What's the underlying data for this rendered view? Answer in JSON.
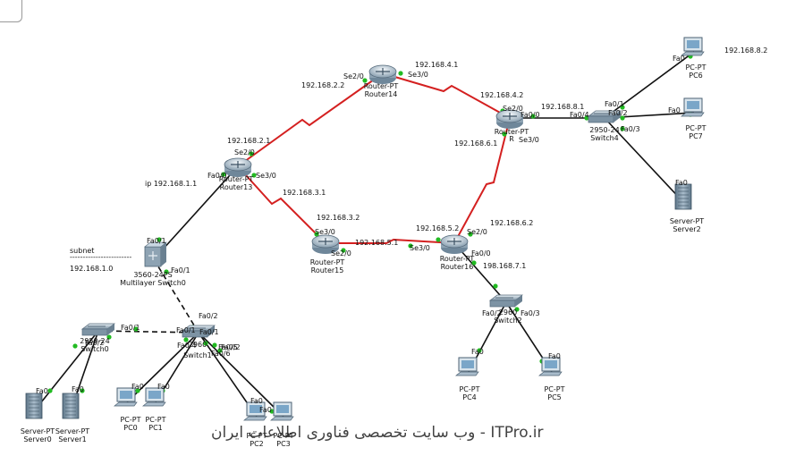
{
  "watermark": "ITPro.ir - وب سایت تخصصی فناوری اطلاعات ایران",
  "colors": {
    "serial": "#d42020",
    "copper": "#111111",
    "port": "#22bb22"
  },
  "subnet_note": {
    "title": "subnet",
    "rule": "------------------------",
    "value": "192.168.1.0"
  },
  "devices": [
    {
      "id": "router14",
      "icon": "router-icon",
      "model": "Router-PT",
      "name": "Router14"
    },
    {
      "id": "router13",
      "icon": "router-icon",
      "model": "Router-PT",
      "name": "Router13"
    },
    {
      "id": "router15",
      "icon": "router-icon",
      "model": "Router-PT",
      "name": "Router15"
    },
    {
      "id": "router16",
      "icon": "router-icon",
      "model": "Router-PT",
      "name": "Router16"
    },
    {
      "id": "routerR",
      "icon": "router-icon",
      "model": "Router-PT",
      "name": "R"
    },
    {
      "id": "mls0",
      "icon": "multilayer-switch-icon",
      "model": "3560-24PS",
      "name": "Multilayer Switch0"
    },
    {
      "id": "switch0",
      "icon": "switch-icon",
      "model": "2950-24",
      "name": "Switch0"
    },
    {
      "id": "switch1",
      "icon": "switch-icon",
      "model": "2960",
      "name": "Switch1"
    },
    {
      "id": "switch2",
      "icon": "switch-icon",
      "model": "2960",
      "name": "Switch2"
    },
    {
      "id": "switch4",
      "icon": "switch-icon",
      "model": "2950-24",
      "name": "Switch4"
    },
    {
      "id": "server0",
      "icon": "server-icon",
      "model": "Server-PT",
      "name": "Server0"
    },
    {
      "id": "server1",
      "icon": "server-icon",
      "model": "Server-PT",
      "name": "Server1"
    },
    {
      "id": "server2",
      "icon": "server-icon",
      "model": "Server-PT",
      "name": "Server2"
    },
    {
      "id": "pc0",
      "icon": "pc-icon",
      "model": "PC-PT",
      "name": "PC0"
    },
    {
      "id": "pc1",
      "icon": "pc-icon",
      "model": "PC-PT",
      "name": "PC1"
    },
    {
      "id": "pc2",
      "icon": "pc-icon",
      "model": "PC-PT",
      "name": "PC2"
    },
    {
      "id": "pc3",
      "icon": "pc-icon",
      "model": "PC-PT",
      "name": "PC3"
    },
    {
      "id": "pc4",
      "icon": "pc-icon",
      "model": "PC-PT",
      "name": "PC4"
    },
    {
      "id": "pc5",
      "icon": "pc-icon",
      "model": "PC-PT",
      "name": "PC5"
    },
    {
      "id": "pc6",
      "icon": "pc-icon",
      "model": "PC-PT",
      "name": "PC6"
    },
    {
      "id": "pc7",
      "icon": "pc-icon",
      "model": "PC-PT",
      "name": "PC7"
    }
  ],
  "links": [
    {
      "from": "router13",
      "to": "router14",
      "type": "serial"
    },
    {
      "from": "router14",
      "to": "routerR",
      "type": "serial"
    },
    {
      "from": "router13",
      "to": "router15",
      "type": "serial"
    },
    {
      "from": "router15",
      "to": "router16",
      "type": "serial"
    },
    {
      "from": "routerR",
      "to": "router16",
      "type": "serial"
    },
    {
      "from": "routerR",
      "to": "switch4",
      "type": "copper"
    },
    {
      "from": "switch4",
      "to": "pc6",
      "type": "copper"
    },
    {
      "from": "switch4",
      "to": "pc7",
      "type": "copper"
    },
    {
      "from": "switch4",
      "to": "server2",
      "type": "copper"
    },
    {
      "from": "router13",
      "to": "mls0",
      "type": "copper"
    },
    {
      "from": "mls0",
      "to": "switch1",
      "type": "crossover"
    },
    {
      "from": "switch0",
      "to": "switch1",
      "type": "crossover"
    },
    {
      "from": "switch0",
      "to": "server0",
      "type": "copper"
    },
    {
      "from": "switch0",
      "to": "server1",
      "type": "copper"
    },
    {
      "from": "switch1",
      "to": "pc0",
      "type": "copper"
    },
    {
      "from": "switch1",
      "to": "pc1",
      "type": "copper"
    },
    {
      "from": "switch1",
      "to": "pc2",
      "type": "copper"
    },
    {
      "from": "switch1",
      "to": "pc3",
      "type": "copper"
    },
    {
      "from": "router16",
      "to": "switch2",
      "type": "copper"
    },
    {
      "from": "switch2",
      "to": "pc4",
      "type": "copper"
    },
    {
      "from": "switch2",
      "to": "pc5",
      "type": "copper"
    }
  ],
  "labels": [
    "192.168.4.1",
    "Se3/0",
    "Se2/0",
    "192.168.2.2",
    "192.168.4.2",
    "Se2/0",
    "192.168.8.1",
    "Fa0/0",
    "Fa0/4",
    "Se3/0",
    "192.168.6.1",
    "192.168.2.1",
    "Se2/0",
    "Fa0/0",
    "Se3/0",
    "ip 192.168.1.1",
    "192.168.3.1",
    "192.168.3.2",
    "Se3/0",
    "Se2/0",
    "192.168.5.1",
    "192.168.5.2",
    "Se3/0",
    "Se2/0",
    "192.168.6.2",
    "Fa0/0",
    "198.168.7.1",
    "Fa0/1",
    "Fa0/1",
    "Fa0/2",
    "Fa0/1",
    "Fa0/2",
    "Fa0/1",
    "Fa0/1",
    "Fa0/2",
    "Fa0/4",
    "Fa0/5",
    "Fa0/6",
    "Fa0",
    "Fa0",
    "Fa0",
    "Fa0",
    "Fa0",
    "Fa0",
    "Fa0/2",
    "Fa0/3",
    "Fa0",
    "Fa0",
    "Fa0/1",
    "Fa0/2",
    "Fa0/3",
    "Fa0",
    "Fa0",
    "Fa0",
    "192.168.8.2"
  ]
}
